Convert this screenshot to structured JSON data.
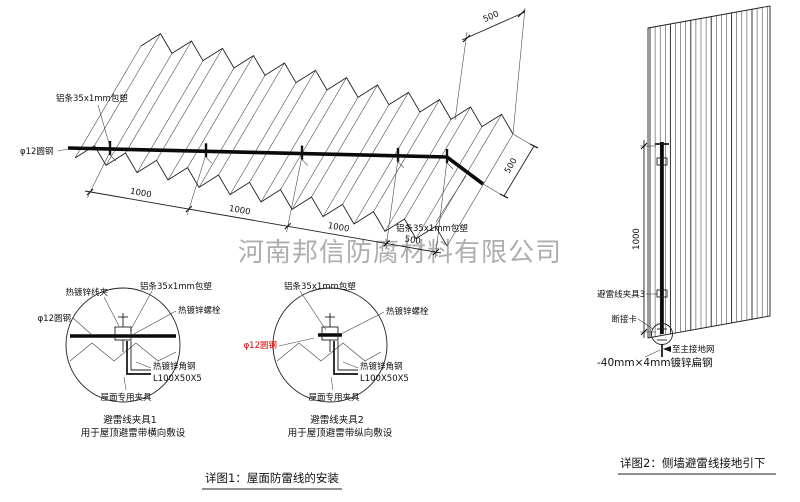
{
  "watermark": "河南邦信防腐材料有限公司",
  "colors": {
    "ink": "#111111",
    "red": "#e00000",
    "watermark_gray": "#a0a0a0"
  },
  "roof": {
    "labels": {
      "strip_top": "铝条35x1mm包塑",
      "strip_right": "铝条35x1mm包塑",
      "round_steel": "φ12圆钢"
    },
    "dims": [
      "1000",
      "1000",
      "1000",
      "500"
    ],
    "dim_right": "500",
    "dim_top": "500"
  },
  "detail1": {
    "title": "避雷线夹具1",
    "subtitle": "用于屋顶避雷带横向敷设",
    "labels": {
      "clip": "热镀锌线夹",
      "strip": "铝条35x1mm包塑",
      "bolt": "热镀锌螺栓",
      "round_steel": "φ12圆钢",
      "angle_steel": "热镀锌角钢",
      "angle_spec": "L100X50X5",
      "roof_fixture": "屋面专用夹具"
    }
  },
  "detail2": {
    "title": "避雷线夹具2",
    "subtitle": "用于屋顶避雷带纵向敷设",
    "labels": {
      "strip": "铝条35x1mm包塑",
      "bolt": "热镀锌螺栓",
      "round_steel": "φ12圆钢",
      "angle_steel": "热镀锌角钢",
      "angle_spec": "L100X50X5",
      "roof_fixture": "屋面专用夹具"
    }
  },
  "wall": {
    "dim_height": "1000",
    "labels": {
      "clamp3": "避雷线夹具3",
      "disconnect_card": "断接卡",
      "to_ground_grid": "至主接地网",
      "flat_steel": "-40mm×4mm镀锌扁钢"
    }
  },
  "captions": {
    "detail1": "详图1：屋面防雷线的安装",
    "detail2": "详图2：侧墙避雷线接地引下"
  }
}
